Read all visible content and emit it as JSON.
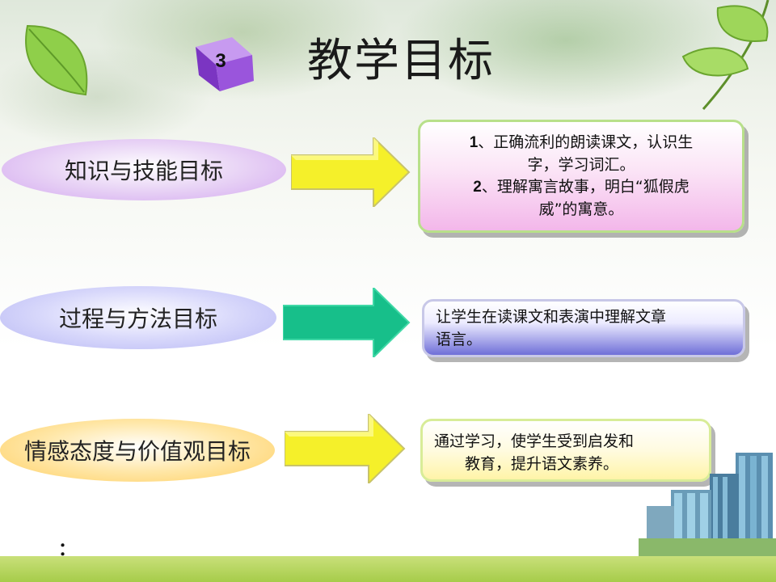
{
  "slide": {
    "title": "教学目标",
    "badge_number": "3",
    "footer_mark": "："
  },
  "rows": [
    {
      "label": "知识与技能目标",
      "arrow_color": "#f5f02a",
      "content_lines": [
        {
          "num": "1",
          "text": "、正确流利的朗读课文，认识生"
        },
        {
          "num": "",
          "text": "字，学习词汇。"
        },
        {
          "num": "2",
          "text": "、理解寓言故事，明白“狐假虎"
        },
        {
          "num": "",
          "text": "威”的寓意。"
        }
      ]
    },
    {
      "label": "过程与方法目标",
      "arrow_color": "#17bf8a",
      "content_lines": [
        {
          "num": "",
          "text": "让学生在读课文和表演中理解文章"
        },
        {
          "num": "",
          "text": "语言。"
        }
      ]
    },
    {
      "label": "情感态度与价值观目标",
      "arrow_color": "#f5f02a",
      "content_lines": [
        {
          "num": "",
          "text": "通过学习，使学生受到启发和"
        },
        {
          "num": "",
          "text": "教育，提升语文素养。"
        }
      ]
    }
  ],
  "colors": {
    "accent_purple": "#8a3fd1",
    "band_green": "#a6cc4a"
  }
}
